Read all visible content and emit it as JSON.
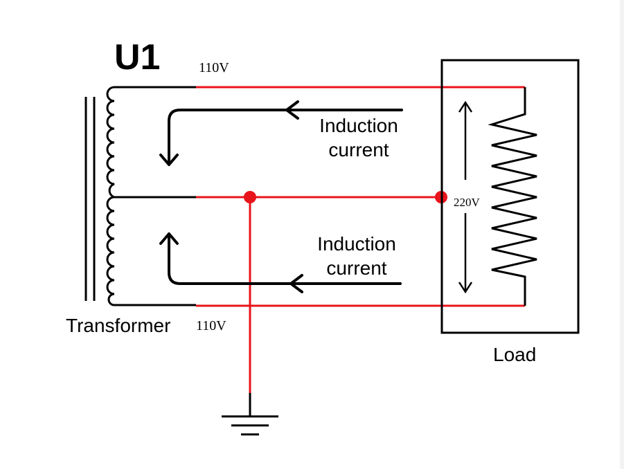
{
  "labels": {
    "component_id": "U1",
    "top_voltage": "110V",
    "bottom_voltage": "110V",
    "load_voltage": "220V",
    "upper_current_line1": "Induction",
    "upper_current_line2": "current",
    "lower_current_line1": "Induction",
    "lower_current_line2": "current",
    "transformer": "Transformer",
    "load": "Load"
  },
  "colors": {
    "wire": "#000000",
    "live_wire": "#e8141b",
    "node": "#e8141b"
  }
}
